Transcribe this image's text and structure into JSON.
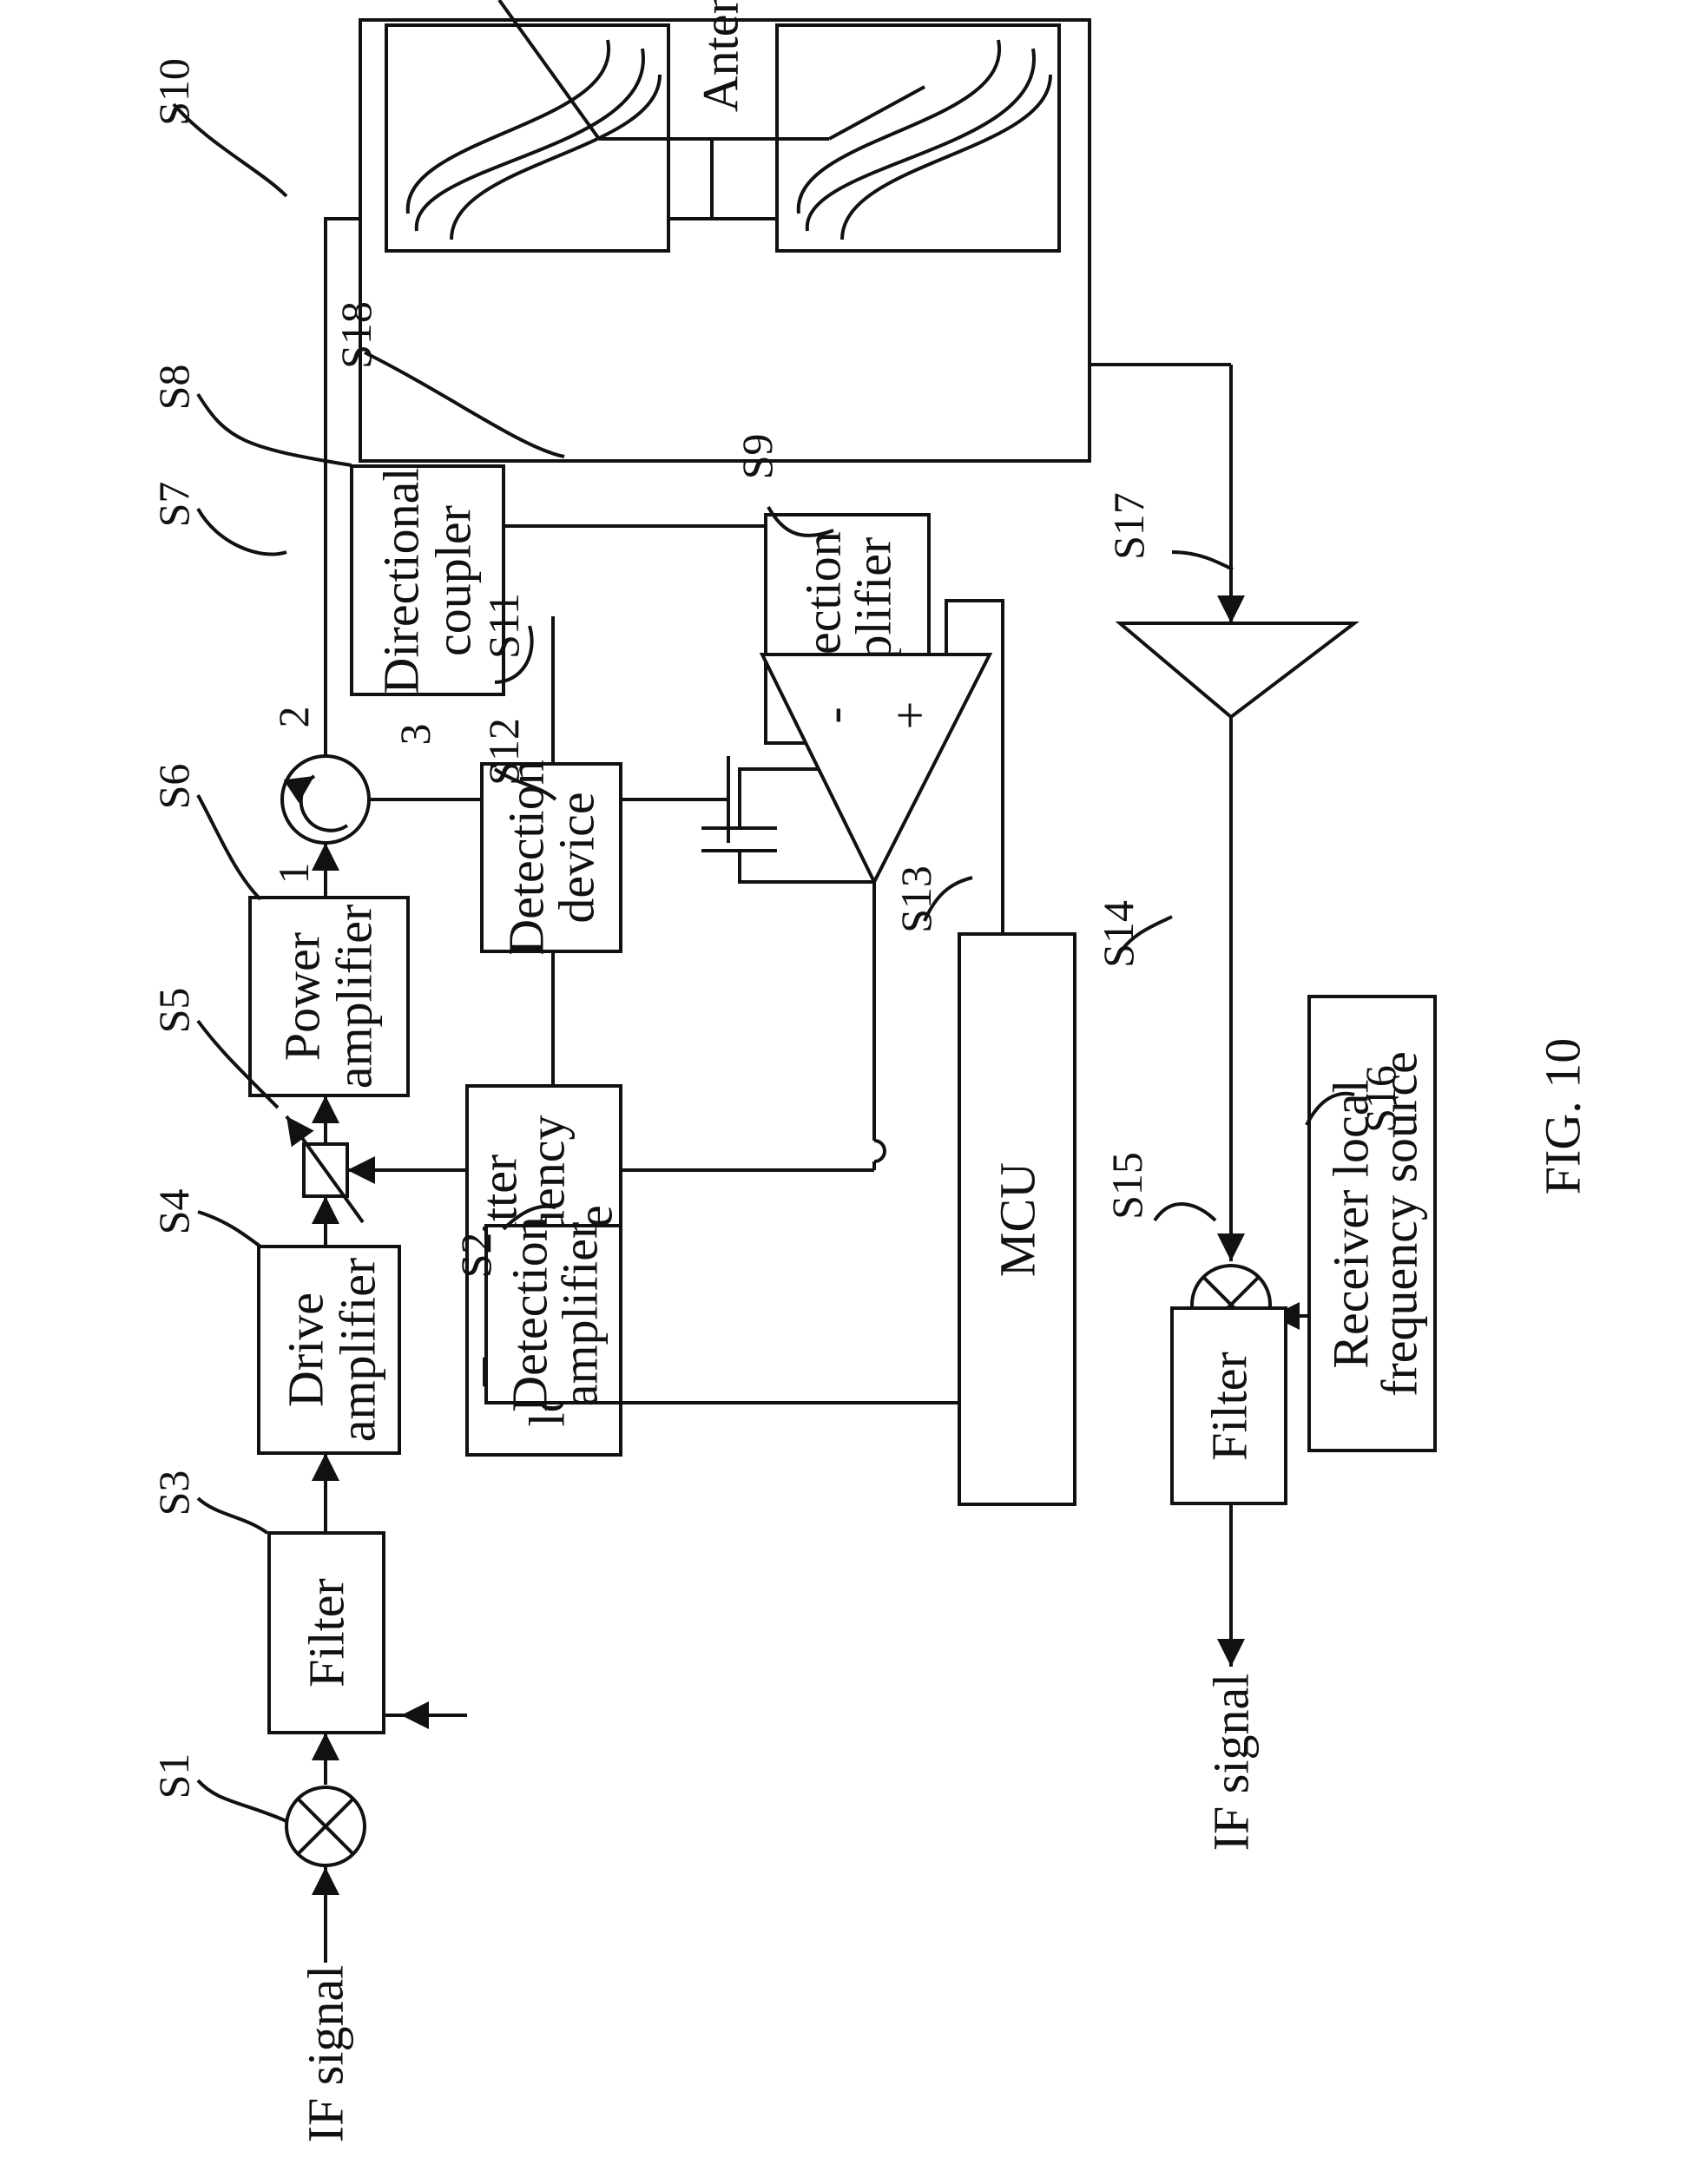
{
  "figure": {
    "caption": "FIG. 10",
    "colors": {
      "ink": "#111111",
      "paper": "#ffffff"
    }
  },
  "blocks": {
    "filter_tx": "Filter",
    "drive_amp_l1": "Drive",
    "drive_amp_l2": "amplifier",
    "power_amp_l1": "Power",
    "power_amp_l2": "amplifier",
    "tx_lo_l1": "Transmitter",
    "tx_lo_l2": "local frequency",
    "tx_lo_l3": "source",
    "det_amp_l1": "Detection",
    "det_amp_l2": "amplifier",
    "det_device_l1": "Detection",
    "det_device_l2": "device",
    "det_amp2_l1": "Detection",
    "det_amp2_l2": "amplifier",
    "dir_coupler_l1": "Directional",
    "dir_coupler_l2": "coupler",
    "mcu": "MCU",
    "filter_rx": "Filter",
    "rx_lo_l1": "Receiver local",
    "rx_lo_l2": "frequency source"
  },
  "signals": {
    "if_in": "IF signal",
    "if_out": "IF signal",
    "antenna": "Antenna"
  },
  "ports": {
    "p1": "1",
    "p2": "2",
    "p3": "3"
  },
  "opamp": {
    "minus": "-",
    "plus": "+"
  },
  "tags": {
    "s1": "S1",
    "s2": "S2",
    "s3": "S3",
    "s4": "S4",
    "s5": "S5",
    "s6": "S6",
    "s7": "S7",
    "s8": "S8",
    "s9": "S9",
    "s10": "S10",
    "s11": "S11",
    "s12": "S12",
    "s13": "S13",
    "s14": "S14",
    "s15": "S15",
    "s16": "S16",
    "s17": "S17",
    "s18": "S18"
  }
}
